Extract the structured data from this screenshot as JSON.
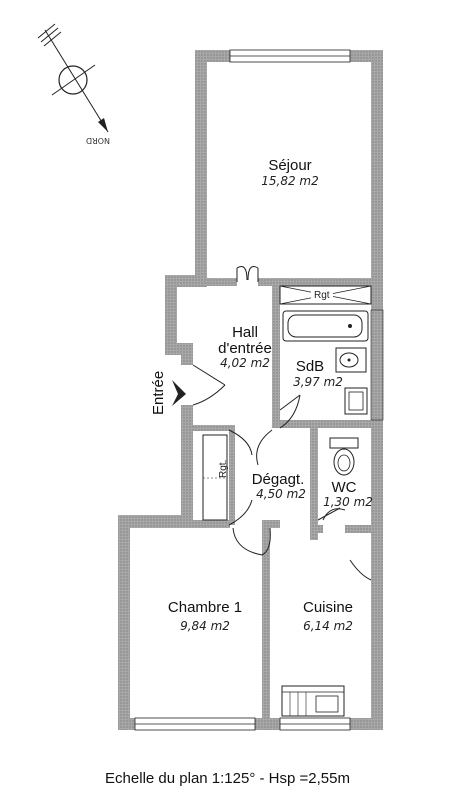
{
  "rooms": {
    "sejour": {
      "name": "Séjour",
      "area": "15,82 m2"
    },
    "hall": {
      "name_line1": "Hall",
      "name_line2": "d'entrée",
      "area": "4,02 m2"
    },
    "sdb": {
      "name": "SdB",
      "area": "3,97 m2"
    },
    "degagt": {
      "name": "Dégagt.",
      "area": "4,50 m2"
    },
    "wc": {
      "name": "WC",
      "area": "1,30 m2"
    },
    "chambre": {
      "name": "Chambre 1",
      "area": "9,84 m2"
    },
    "cuisine": {
      "name": "Cuisine",
      "area": "6,14 m2"
    }
  },
  "labels": {
    "rgt_sejour": "Rgt",
    "rgt_degagt": "Rgt.",
    "entree": "Entrée",
    "north": "NORD"
  },
  "footer": {
    "scale": "Echelle du plan 1:125° - Hsp =2,55m"
  },
  "colors": {
    "wall": "#9a9a9a",
    "line": "#222222"
  }
}
